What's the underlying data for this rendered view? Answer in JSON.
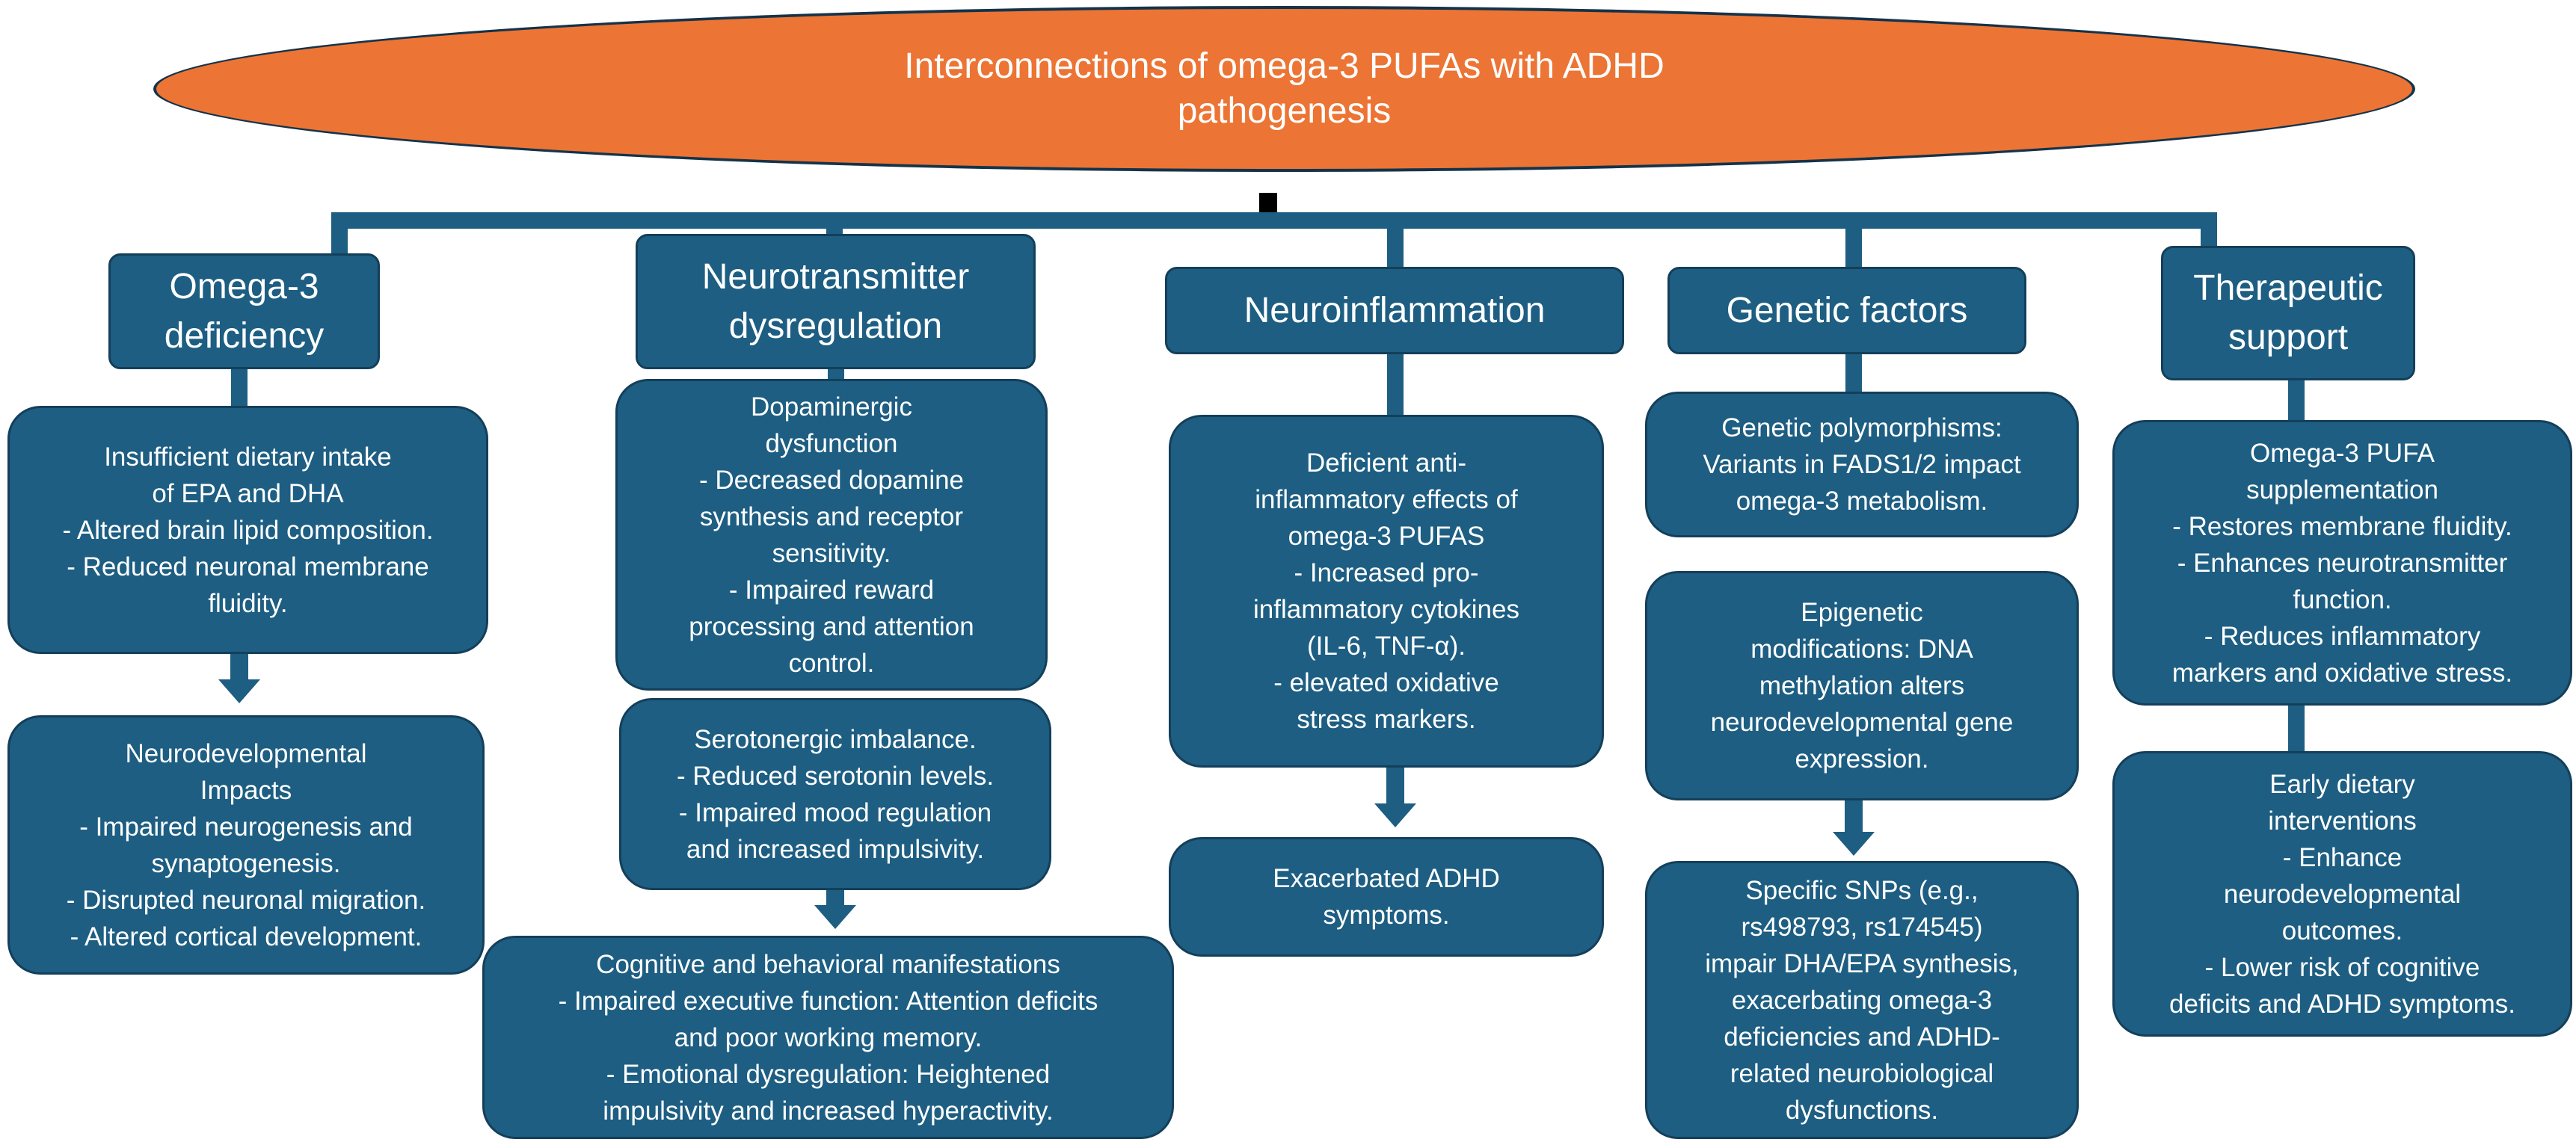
{
  "title": "Interconnections of omega-3 PUFAs with ADHD\npathogenesis",
  "colors": {
    "ellipse": "#ec7434",
    "box": "#1d5e82",
    "border": "#143f5a",
    "text": "#ffffff"
  },
  "columns": [
    {
      "header": "Omega-3\ndeficiency",
      "boxes": [
        "Insufficient dietary intake\nof EPA and DHA\n- Altered brain lipid composition.\n- Reduced neuronal membrane\nfluidity.",
        "Neurodevelopmental\nImpacts\n- Impaired neurogenesis and\nsynaptogenesis.\n- Disrupted neuronal migration.\n- Altered cortical development."
      ]
    },
    {
      "header": "Neurotransmitter\ndysregulation",
      "boxes": [
        "Dopaminergic\ndysfunction\n- Decreased dopamine\nsynthesis and receptor\nsensitivity.\n- Impaired reward\nprocessing and attention\ncontrol.",
        "Serotonergic imbalance.\n- Reduced serotonin levels.\n- Impaired mood regulation\nand increased impulsivity.",
        "Cognitive and behavioral manifestations\n- Impaired executive function: Attention deficits\nand poor working memory.\n- Emotional dysregulation: Heightened\nimpulsivity and increased hyperactivity."
      ]
    },
    {
      "header": "Neuroinflammation",
      "boxes": [
        "Deficient anti-\ninflammatory effects of\nomega-3 PUFAS\n- Increased pro-\ninflammatory cytokines\n(IL-6, TNF-α).\n- elevated oxidative\nstress markers.",
        "Exacerbated ADHD\nsymptoms."
      ]
    },
    {
      "header": "Genetic factors",
      "boxes": [
        "Genetic polymorphisms:\nVariants in FADS1/2 impact\nomega-3 metabolism.",
        "Epigenetic\nmodifications: DNA\nmethylation alters\nneurodevelopmental gene\nexpression.",
        "Specific SNPs (e.g.,\nrs498793, rs174545)\nimpair DHA/EPA synthesis,\nexacerbating omega-3\ndeficiencies and ADHD-\nrelated neurobiological\ndysfunctions."
      ]
    },
    {
      "header": "Therapeutic\nsupport",
      "boxes": [
        "Omega-3 PUFA\nsupplementation\n- Restores membrane fluidity.\n- Enhances neurotransmitter\nfunction.\n- Reduces inflammatory\nmarkers and oxidative stress.",
        "Early dietary\ninterventions\n- Enhance\nneurodevelopmental\noutcomes.\n- Lower risk of cognitive\ndeficits and ADHD symptoms."
      ]
    }
  ]
}
